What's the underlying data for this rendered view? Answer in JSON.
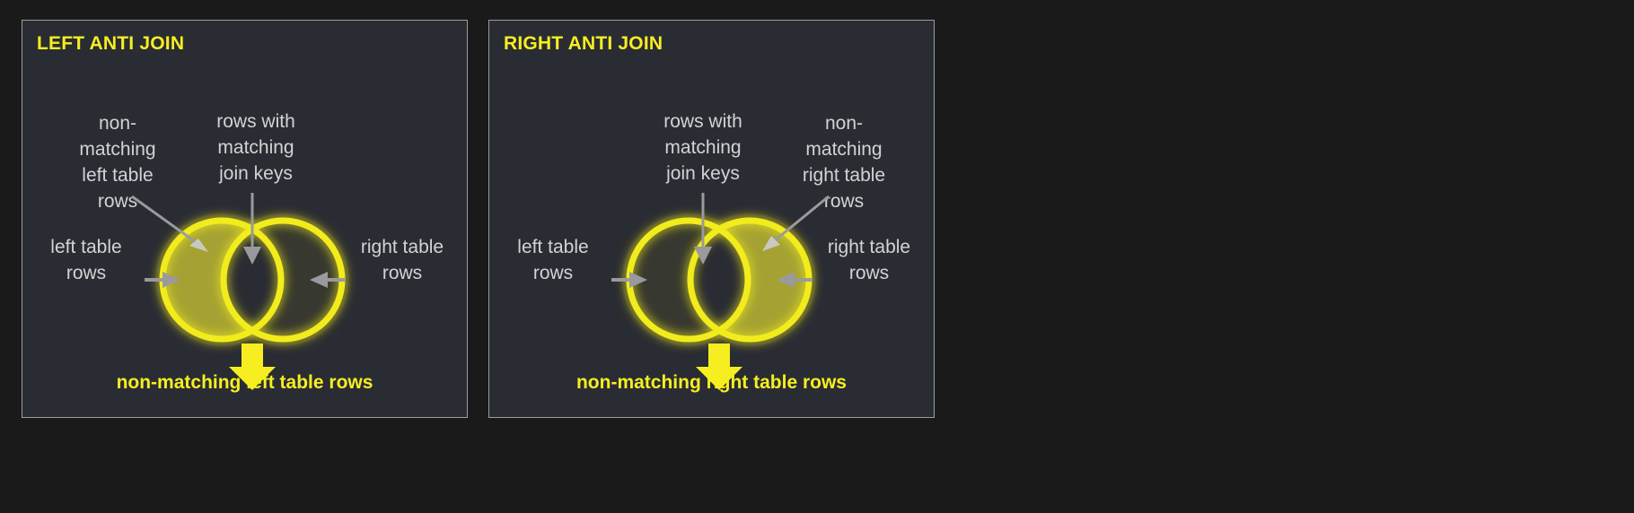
{
  "theme": {
    "page_background": "#1a1a1a",
    "panel_background": "#2a2c33",
    "panel_border": "#9d9d9d",
    "accent_yellow": "#f6ee21",
    "ring_yellow": "#f2ec1e",
    "fill_olive": "#a5a233",
    "label_grey": "#d3d3d4",
    "arrow_grey": "#9a9a9e"
  },
  "diagram": {
    "type": "venn-two-set",
    "panels": [
      {
        "id": "left-anti-join",
        "title": "LEFT ANTI JOIN",
        "highlighted_region": "left-only",
        "annotations": {
          "left_upper": "non-\nmatching\nleft table\nrows",
          "middle_upper": "rows with\nmatching\njoin keys",
          "left_side": "left table\nrows",
          "right_side": "right table\nrows"
        },
        "caption": "non-matching left table rows"
      },
      {
        "id": "right-anti-join",
        "title": "RIGHT ANTI JOIN",
        "highlighted_region": "right-only",
        "annotations": {
          "middle_upper": "rows with\nmatching\njoin keys",
          "right_upper": "non-\nmatching\nright table\nrows",
          "left_side": "left table\nrows",
          "right_side": "right table\nrows"
        },
        "caption": "non-matching right table rows"
      }
    ]
  }
}
